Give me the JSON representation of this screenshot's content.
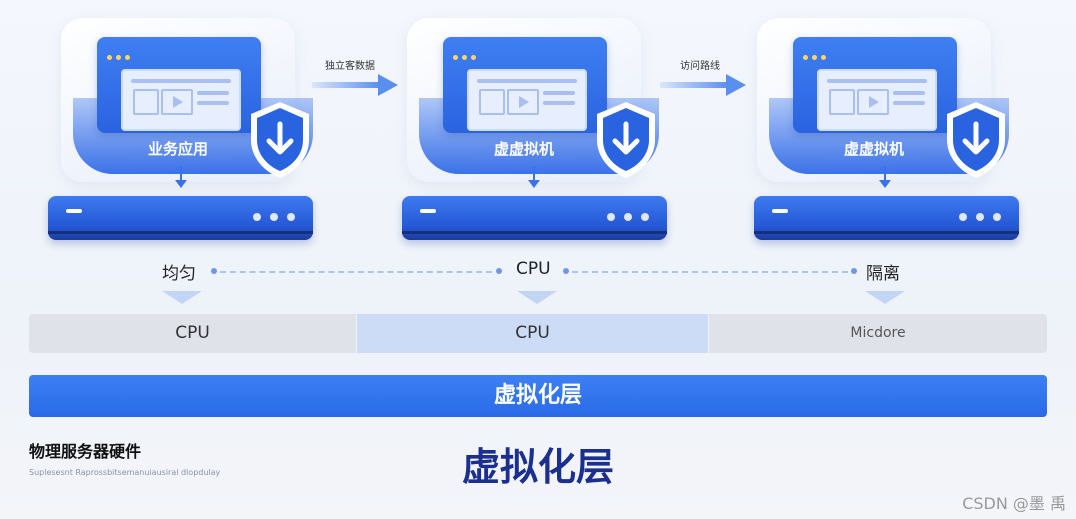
{
  "colors": {
    "primary": "#2a6ae8",
    "navy": "#1b2f8f",
    "light_blue": "#c3d5f5",
    "grey_segment": "#dfe2e8"
  },
  "cards": [
    {
      "label": "业务应用",
      "icon": "shield-download-icon"
    },
    {
      "label": "虚虚拟机",
      "icon": "shield-download-icon"
    },
    {
      "label": "虚虚拟机",
      "icon": "shield-download-icon"
    }
  ],
  "flows": [
    {
      "label": "独立客数据"
    },
    {
      "label": "访问路线"
    }
  ],
  "features": [
    "均匀",
    "CPU",
    "隔离"
  ],
  "segments": [
    "CPU",
    "CPU",
    "Micdore"
  ],
  "layer_bar": "虚拟化层",
  "hardware": {
    "title": "物理服务器硬件",
    "subtitle": "Suplesesnt Raprossbitsemanuiausiral dlopdulay"
  },
  "big_title": "虚拟化层",
  "watermark": "CSDN @墨 禹"
}
